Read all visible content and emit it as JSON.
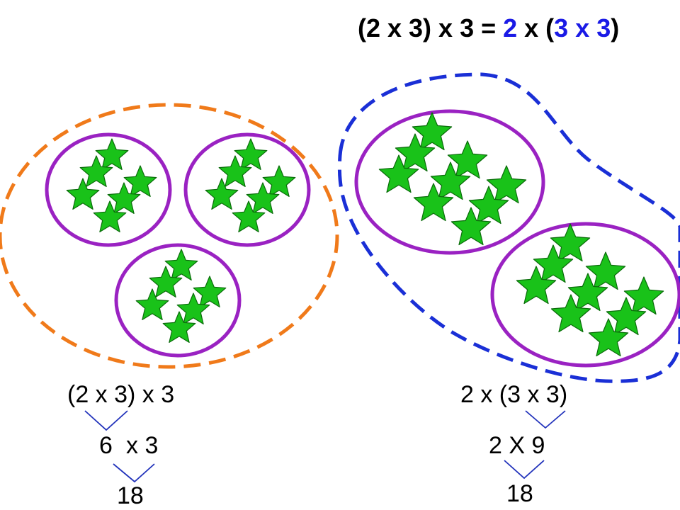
{
  "title": {
    "p1": "(2 x 3) x 3 = ",
    "p2": "2",
    "p3": " x (",
    "p4": "3 x 3",
    "p5": ")"
  },
  "left": {
    "expr": "(2 x 3) x 3",
    "step1_a": "6",
    "step1_b": "x 3",
    "result": "18"
  },
  "right": {
    "expr": "2 x (3 x 3)",
    "step1": "2 X 9",
    "result": "18"
  },
  "colors": {
    "orange_dash": "#f07a1a",
    "blue_dash": "#1a2fd6",
    "purple_ring": "#9a22c2",
    "star_fill": "#19c219",
    "star_stroke": "#0b6b0b",
    "bracket": "#2233bb",
    "title_highlight": "#1a1ae6"
  }
}
